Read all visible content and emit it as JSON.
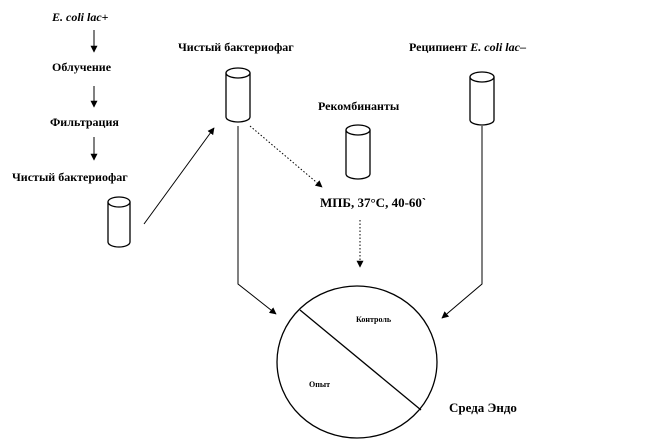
{
  "source": {
    "prefix": "E. coli lac",
    "suffix": "+"
  },
  "steps": {
    "irradiation": "Облучение",
    "filtration": "Фильтрация",
    "pure_phage_left": "Чистый бактериофаг"
  },
  "top": {
    "pure_phage": "Чистый бактериофаг",
    "recipient_prefix": "Реципиент ",
    "recipient_species": "E. coli lac",
    "recipient_suffix": "–"
  },
  "recombinants": "Рекомбинанты",
  "medium_conditions": "МПБ, 37°С, 40-60`",
  "plate": {
    "control": "Контроль",
    "experiment": "Опыт",
    "medium": "Среда Эндо"
  }
}
